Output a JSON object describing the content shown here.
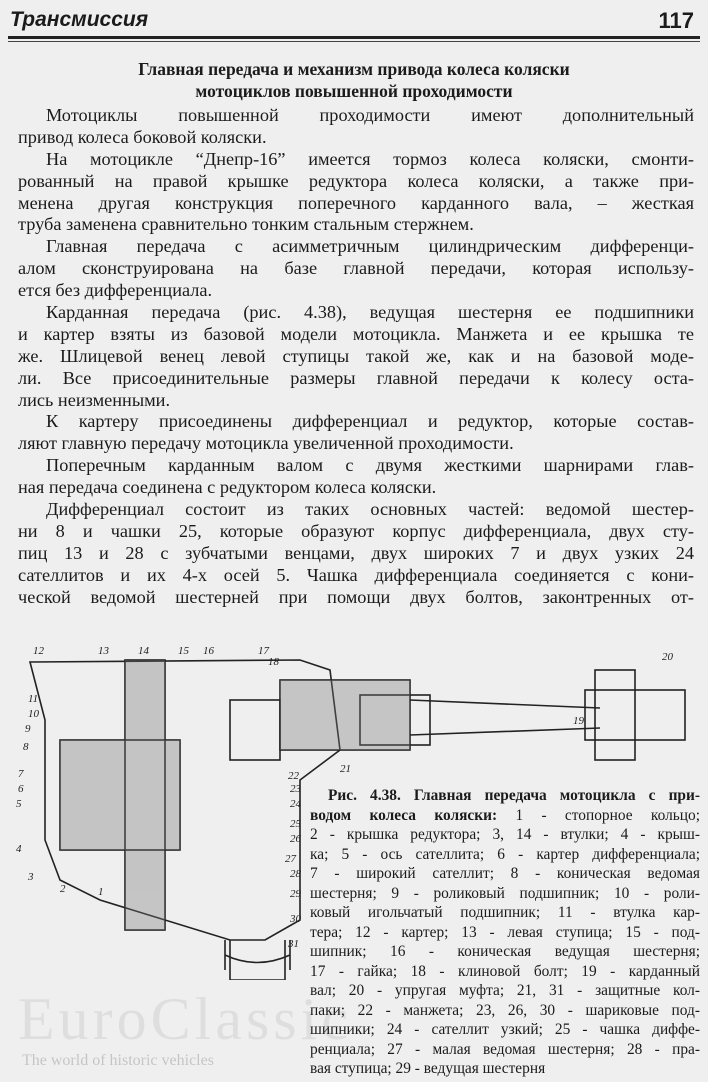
{
  "header": {
    "section": "Трансмиссия",
    "page_number": "117"
  },
  "heading": {
    "line1": "Главная передача и механизм привода колеса коляски",
    "line2": "мотоциклов повышенной проходимости"
  },
  "body_lines": [
    {
      "t": "Мотоциклы повышенной проходимости имеют дополнительный",
      "ind": true
    },
    {
      "t": "привод колеса боковой коляски.",
      "last": true
    },
    {
      "t": "На мотоцикле “Днепр-16” имеется тормоз колеса коляски, смонти-",
      "ind": true
    },
    {
      "t": "рованный на правой крышке редуктора колеса коляски, а также при-"
    },
    {
      "t": "менена другая конструкция поперечного карданного вала, – жесткая"
    },
    {
      "t": "труба заменена сравнительно тонким стальным стержнем.",
      "last": true
    },
    {
      "t": "Главная передача с асимметричным цилиндрическим дифференци-",
      "ind": true
    },
    {
      "t": "алом сконструирована на базе главной передачи, которая использу-"
    },
    {
      "t": "ется без дифференциала.",
      "last": true
    },
    {
      "t": "Карданная передача (рис. 4.38), ведущая шестерня ее подшипники",
      "ind": true
    },
    {
      "t": "и картер взяты из базовой модели мотоцикла. Манжета и ее крышка те"
    },
    {
      "t": "же. Шлицевой венец левой ступицы такой же, как и на базовой моде-"
    },
    {
      "t": "ли. Все присоединительные размеры главной передачи к колесу оста-"
    },
    {
      "t": "лись неизменными.",
      "last": true
    },
    {
      "t": "К картеру присоединены дифференциал и редуктор, которые состав-",
      "ind": true
    },
    {
      "t": "ляют главную передачу мотоцикла увеличенной проходимости.",
      "last": true
    },
    {
      "t": "Поперечным карданным валом с двумя жесткими шарнирами глав-",
      "ind": true
    },
    {
      "t": "ная передача соединена с редуктором колеса коляски.",
      "last": true
    },
    {
      "t": "Дифференциал состоит из таких основных частей: ведомой шестер-",
      "ind": true
    },
    {
      "t": "ни 8 и чашки 25, которые образуют корпус дифференциала, двух сту-"
    },
    {
      "t": "пиц 13 и 28 с зубчатыми венцами, двух широких 7 и двух узких 24"
    },
    {
      "t": "сателлитов и их 4-х осей 5. Чашка дифференциала соединяется с кони-"
    },
    {
      "t": "ческой ведомой шестерней при помощи двух болтов, законтренных от-"
    }
  ],
  "caption": {
    "lines": [
      {
        "b": "Рис. 4.38. Главная передача мотоцикла с при-",
        "t": "",
        "ind": true
      },
      {
        "b": "водом колеса коляски:",
        "t": " 1 - стопорное кольцо;"
      },
      {
        "t": "2 - крышка редуктора; 3, 14 - втулки; 4 - крыш-"
      },
      {
        "t": "ка; 5 - ось сателлита; 6 - картер дифференциала;"
      },
      {
        "t": "7 - широкий сателлит; 8 - коническая ведомая"
      },
      {
        "t": "шестерня; 9 - роликовый подшипник; 10 - роли-"
      },
      {
        "t": "ковый игольчатый подшипник; 11 - втулка кар-"
      },
      {
        "t": "тера; 12 - картер; 13 - левая ступица; 15 - под-"
      },
      {
        "t": "шипник; 16 - коническая ведущая шестерня;"
      },
      {
        "t": "17 - гайка; 18 - клиновой болт; 19 - карданный"
      },
      {
        "t": "вал; 20 - упругая муфта; 21, 31 - защитные кол-"
      },
      {
        "t": "паки; 22 - манжета; 23, 26, 30 - шариковые под-"
      },
      {
        "t": "шипники; 24 - сателлит узкий; 25 - чашка диффе-"
      },
      {
        "t": "ренциала; 27 - малая ведомая шестерня; 28 - пра-"
      },
      {
        "t": "вая ступица; 29 - ведущая шестерня",
        "last": true
      }
    ]
  },
  "figure": {
    "labels": [
      "12",
      "13",
      "14",
      "15",
      "16",
      "17",
      "18",
      "20",
      "19",
      "21",
      "11",
      "10",
      "9",
      "8",
      "7",
      "6",
      "5",
      "4",
      "3",
      "2",
      "1",
      "22",
      "23",
      "24",
      "25",
      "26",
      "27",
      "28",
      "29",
      "30",
      "31"
    ]
  },
  "watermark": {
    "logo": "EuroClassic",
    "tagline": "The world of historic vehicles"
  }
}
